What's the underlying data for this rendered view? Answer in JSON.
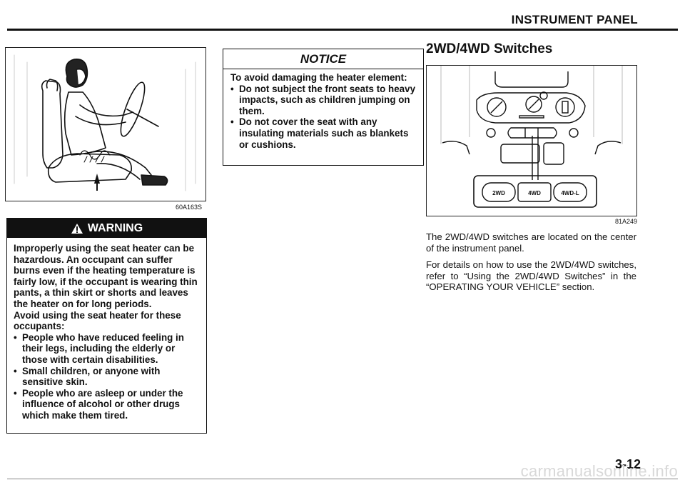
{
  "header": {
    "title": "INSTRUMENT PANEL"
  },
  "figure_seat": {
    "caption": "60A163S",
    "icon": "seat-heater-illustration"
  },
  "warning": {
    "heading": "WARNING",
    "icon": "warning-triangle-icon",
    "intro": "Improperly using the seat heater can be hazardous. An occupant can suffer burns even if the heating temperature is fairly low, if the occupant is wearing thin pants, a thin skirt or shorts and leaves the heater on for long periods.",
    "lead": "Avoid using the seat heater for these occupants:",
    "bullets": [
      "People who have reduced feeling in their legs, including the elderly or those with certain disabilities.",
      "Small children, or anyone with sensitive skin.",
      "People who are asleep or under the influence of alcohol or other drugs which make them tired."
    ]
  },
  "notice": {
    "heading": "NOTICE",
    "lead": "To avoid damaging the heater element:",
    "bullets": [
      "Do not subject the front seats to heavy impacts, such as children jumping on them.",
      "Do not cover the seat with any insulating materials such as blankets or cushions."
    ]
  },
  "section": {
    "title": "2WD/4WD Switches",
    "figure_caption": "81A249",
    "switch_labels": [
      "2WD",
      "4WD",
      "4WD-L"
    ],
    "paragraph1": "The 2WD/4WD switches are located on the center of the instrument panel.",
    "paragraph2": "For details on how to use the 2WD/4WD switches, refer to “Using the 2WD/4WD Switches” in the “OPERATING YOUR VEHICLE” section."
  },
  "page_number": "3-12",
  "watermark": "carmanualsonline.info"
}
